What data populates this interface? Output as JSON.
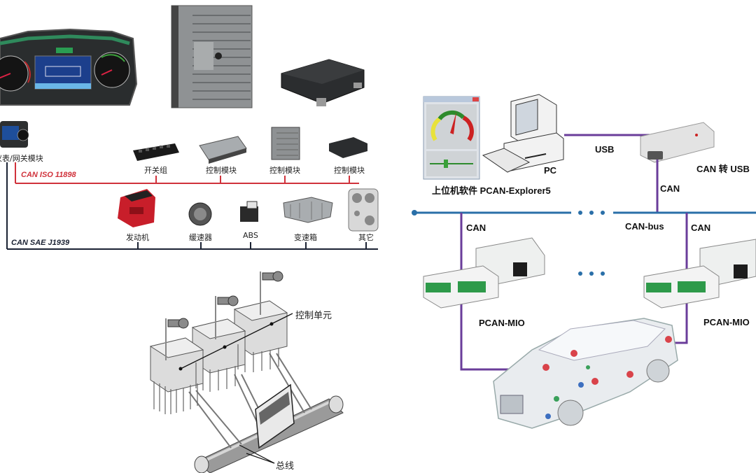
{
  "vehicle_network": {
    "gateway_label": "仪表/网关模块",
    "iso_bus_label": "CAN ISO 11898",
    "j1939_bus_label": "CAN SAE J1939",
    "iso_nodes": [
      "开关组",
      "控制模块",
      "控制模块",
      "控制模块"
    ],
    "j1939_nodes": [
      "发动机",
      "缓速器",
      "ABS",
      "变速箱",
      "其它"
    ],
    "colors": {
      "iso_bus": "#d0323b",
      "j1939_bus": "#1b2233"
    }
  },
  "bus_concept": {
    "control_unit_label": "控制单元",
    "bus_label": "总线"
  },
  "pcan_setup": {
    "software_label": "上位机软件 PCAN-Explorer5",
    "pc_label": "PC",
    "usb_label": "USB",
    "adapter_label": "CAN 转 USB",
    "adapter_can_label": "CAN",
    "bus_label": "CAN-bus",
    "left_can_label": "CAN",
    "right_can_label": "CAN",
    "left_module_label": "PCAN-MIO",
    "right_module_label": "PCAN-MIO",
    "ellipsis": "• • •",
    "colors": {
      "can_bus": "#2a6fa8",
      "link": "#6a3d9a"
    }
  }
}
